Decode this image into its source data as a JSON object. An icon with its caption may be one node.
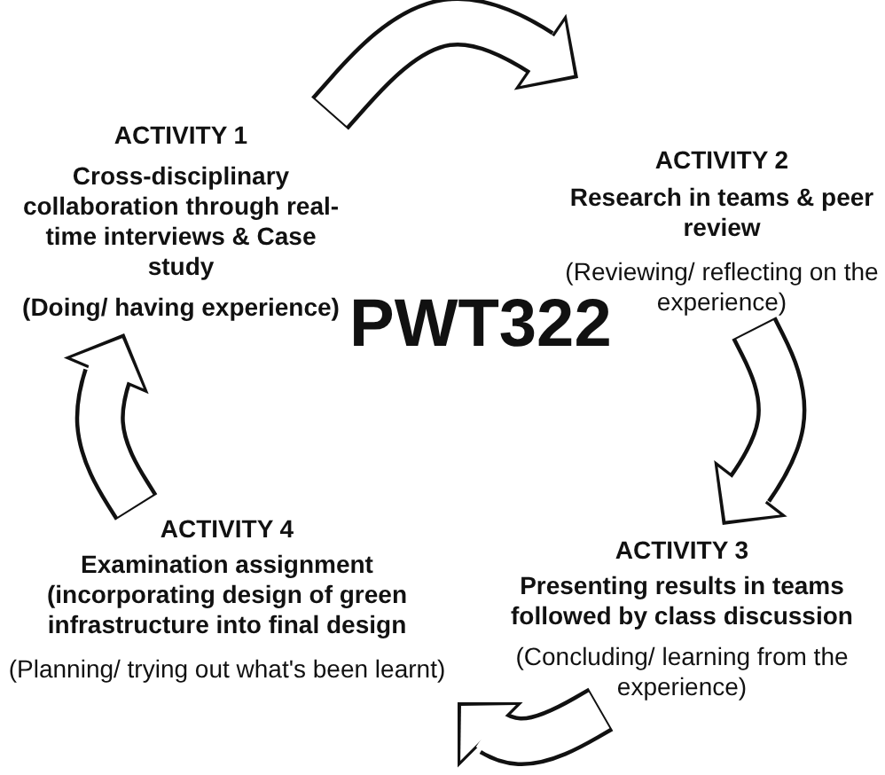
{
  "diagram": {
    "nodes": [
      {
        "text": [
          "ACTIVITY 1",
          "Cross-disciplinary collaboration through real-time interviews & Case study",
          "(Doing/ having experience)"
        ]
      },
      {
        "text": [
          "ACTIVITY 2",
          "Research in teams & peer review",
          "(Reviewing/ reflecting on the experience)"
        ]
      },
      {
        "text": [
          "ACTIVITY 3",
          "Presenting results in teams followed by class discussion",
          "(Concluding/ learning from the experience)"
        ]
      },
      {
        "text": [
          "ACTIVITY 4",
          "Examination assignment (incorporating design of green infrastructure into final design",
          "(Planning/ trying out what's been learnt)"
        ]
      }
    ],
    "edges": [
      {
        "from": 0,
        "to": 1,
        "arrow": "to"
      },
      {
        "from": 1,
        "to": 2,
        "arrow": "to"
      },
      {
        "from": 2,
        "to": 3,
        "arrow": "to"
      },
      {
        "from": 3,
        "to": 0,
        "arrow": "to"
      }
    ],
    "labels": [
      "PWT322"
    ]
  }
}
